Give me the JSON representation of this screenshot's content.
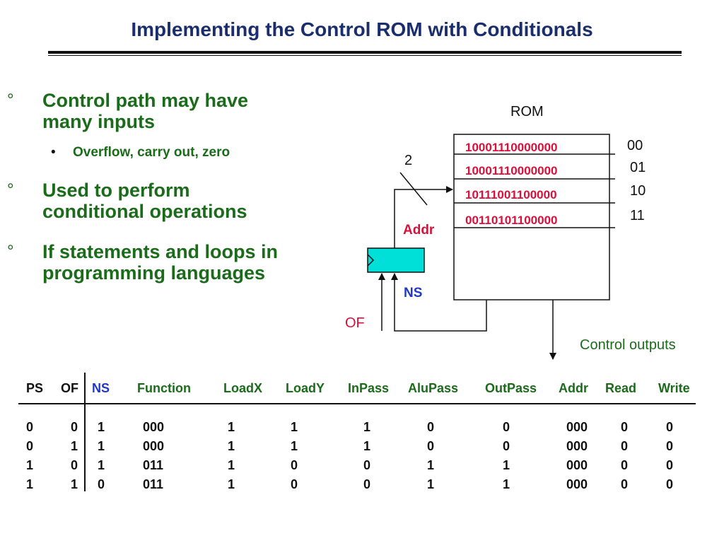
{
  "title": "Implementing the Control ROM with Conditionals",
  "bullets": [
    {
      "marker": "°",
      "lines": [
        "Control path may have",
        "many inputs"
      ]
    },
    {
      "marker": "°",
      "lines": [
        "Used to perform",
        "conditional operations"
      ]
    },
    {
      "marker": "°",
      "lines": [
        "If statements and loops in",
        "programming languages"
      ]
    }
  ],
  "sub_bullet": {
    "marker": "•",
    "text": "Overflow, carry out, zero"
  },
  "diagram": {
    "rom_label": "ROM",
    "rom_rows": [
      "10001110000000",
      "10001110000000",
      "10111001100000",
      "00110101100000"
    ],
    "addresses": [
      "00",
      "01",
      "10",
      "11"
    ],
    "bus_width": "2",
    "addr_label": "Addr",
    "ns_label": "NS",
    "of_label": "OF",
    "control_outputs_label": "Control outputs",
    "colors": {
      "register_fill": "#00e0d8",
      "red": "#d8103a",
      "blue": "#1f38c8",
      "green": "#1a6b1a"
    }
  },
  "table": {
    "headers": [
      "PS",
      "OF",
      "NS",
      "Function",
      "LoadX",
      "LoadY",
      "InPass",
      "AluPass",
      "OutPass",
      "Addr",
      "Read",
      "Write"
    ],
    "rows": [
      [
        "0",
        "0",
        "1",
        "000",
        "1",
        "1",
        "1",
        "0",
        "0",
        "000",
        "0",
        "0"
      ],
      [
        "0",
        "1",
        "1",
        "000",
        "1",
        "1",
        "1",
        "0",
        "0",
        "000",
        "0",
        "0"
      ],
      [
        "1",
        "0",
        "1",
        "011",
        "1",
        "0",
        "0",
        "1",
        "1",
        "000",
        "0",
        "0"
      ],
      [
        "1",
        "1",
        "0",
        "011",
        "1",
        "0",
        "0",
        "1",
        "1",
        "000",
        "0",
        "0"
      ]
    ]
  }
}
